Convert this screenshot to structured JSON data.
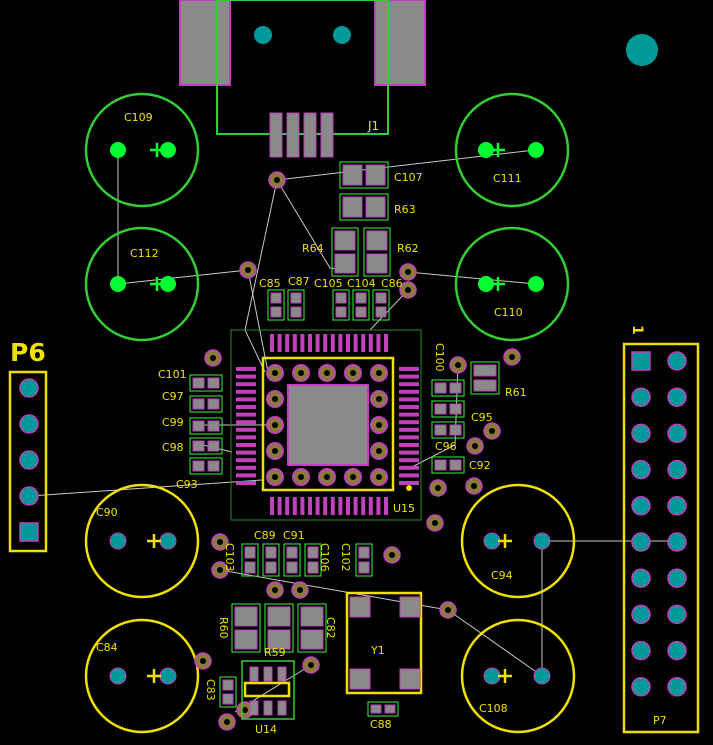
{
  "colors": {
    "background": "#000000",
    "silk_green": "#33cc33",
    "silk_yellow": "#f0e000",
    "pad_green": "#00ff33",
    "pad_grey": "#8a8a8a",
    "pad_magenta": "#c040c0",
    "via_teal": "#009999",
    "via_olive": "#8c7a3c",
    "trace": "#c8c8c8",
    "board_outline": "#2a8a2a"
  },
  "board": {
    "designators": {
      "J1": "J1",
      "P6": "P6",
      "P7": "P7",
      "P7_pin1": "1",
      "U14": "U14",
      "U15": "U15",
      "Y1": "Y1",
      "C84": "C84",
      "C85": "C85",
      "C86": "C86",
      "C87": "C87",
      "C88": "C88",
      "C89": "C89",
      "C90": "C90",
      "C91": "C91",
      "C92": "C92",
      "C93": "C93",
      "C94": "C94",
      "C95": "C95",
      "C96": "C96",
      "C97": "C97",
      "C98": "C98",
      "C99": "C99",
      "C100": "C100",
      "C101": "C101",
      "C102": "C102",
      "C103": "C103",
      "C104": "C104",
      "C105": "C105",
      "C106": "C106",
      "C107": "C107",
      "C108": "C108",
      "C109": "C109",
      "C110": "C110",
      "C111": "C111",
      "C112": "C112",
      "C82": "C82",
      "C83": "C83",
      "R59": "R59",
      "R60": "R60",
      "R61": "R61",
      "R62": "R62",
      "R63": "R63",
      "R64": "R64"
    }
  }
}
